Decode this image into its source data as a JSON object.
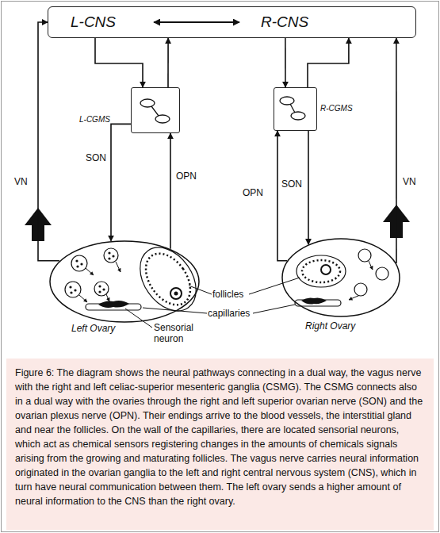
{
  "diagram": {
    "caption": "Figure 6: The diagram shows the neural pathways connecting in a dual way, the vagus nerve with the right and left celiac-superior mesenteric ganglia (CSMG). The CSMG connects also in a dual way with the ovaries through the right and left superior ovarian nerve (SON) and the ovarian plexus nerve (OPN). Their endings arrive to the blood vessels, the interstitial gland and near the follicles. On the wall of the capillaries, there are located sensorial neurons, which act as chemical sensors registering changes in the amounts of chemicals signals arising from the growing and maturating follicles. The vagus nerve carries neural information originated in the ovarian ganglia to the left and right central nervous system (CNS), which in turn have neural communication between them. The left ovary sends a higher amount of neural information to the CNS than the right ovary.",
    "nodes": [
      {
        "text": [
          "L-CNS",
          "R-CNS"
        ]
      },
      {
        "text": [
          "L-CGMS"
        ]
      },
      {
        "text": [
          "R-CGMS"
        ]
      },
      {
        "text": [
          "Left Ovary"
        ]
      },
      {
        "text": [
          "Right Ovary"
        ]
      }
    ],
    "edges": [
      {
        "from": 3,
        "to": 0,
        "arrow": "to",
        "label": "VN"
      },
      {
        "from": 0,
        "to": 1,
        "arrow": "to"
      },
      {
        "from": 1,
        "to": 0,
        "arrow": "to"
      },
      {
        "from": 1,
        "to": 3,
        "arrow": "to",
        "label": "SON"
      },
      {
        "from": 3,
        "to": 1,
        "arrow": "to",
        "label": "OPN"
      },
      {
        "from": 0,
        "to": 2,
        "arrow": "to"
      },
      {
        "from": 2,
        "to": 0,
        "arrow": "to"
      },
      {
        "from": 2,
        "to": 4,
        "arrow": "to",
        "label": "SON"
      },
      {
        "from": 4,
        "to": 2,
        "arrow": "to",
        "label": "OPN"
      },
      {
        "from": 4,
        "to": 0,
        "arrow": "to",
        "label": "VN"
      }
    ],
    "labels": [
      "follicles",
      "capillaries",
      "Sensorial neuron"
    ]
  }
}
